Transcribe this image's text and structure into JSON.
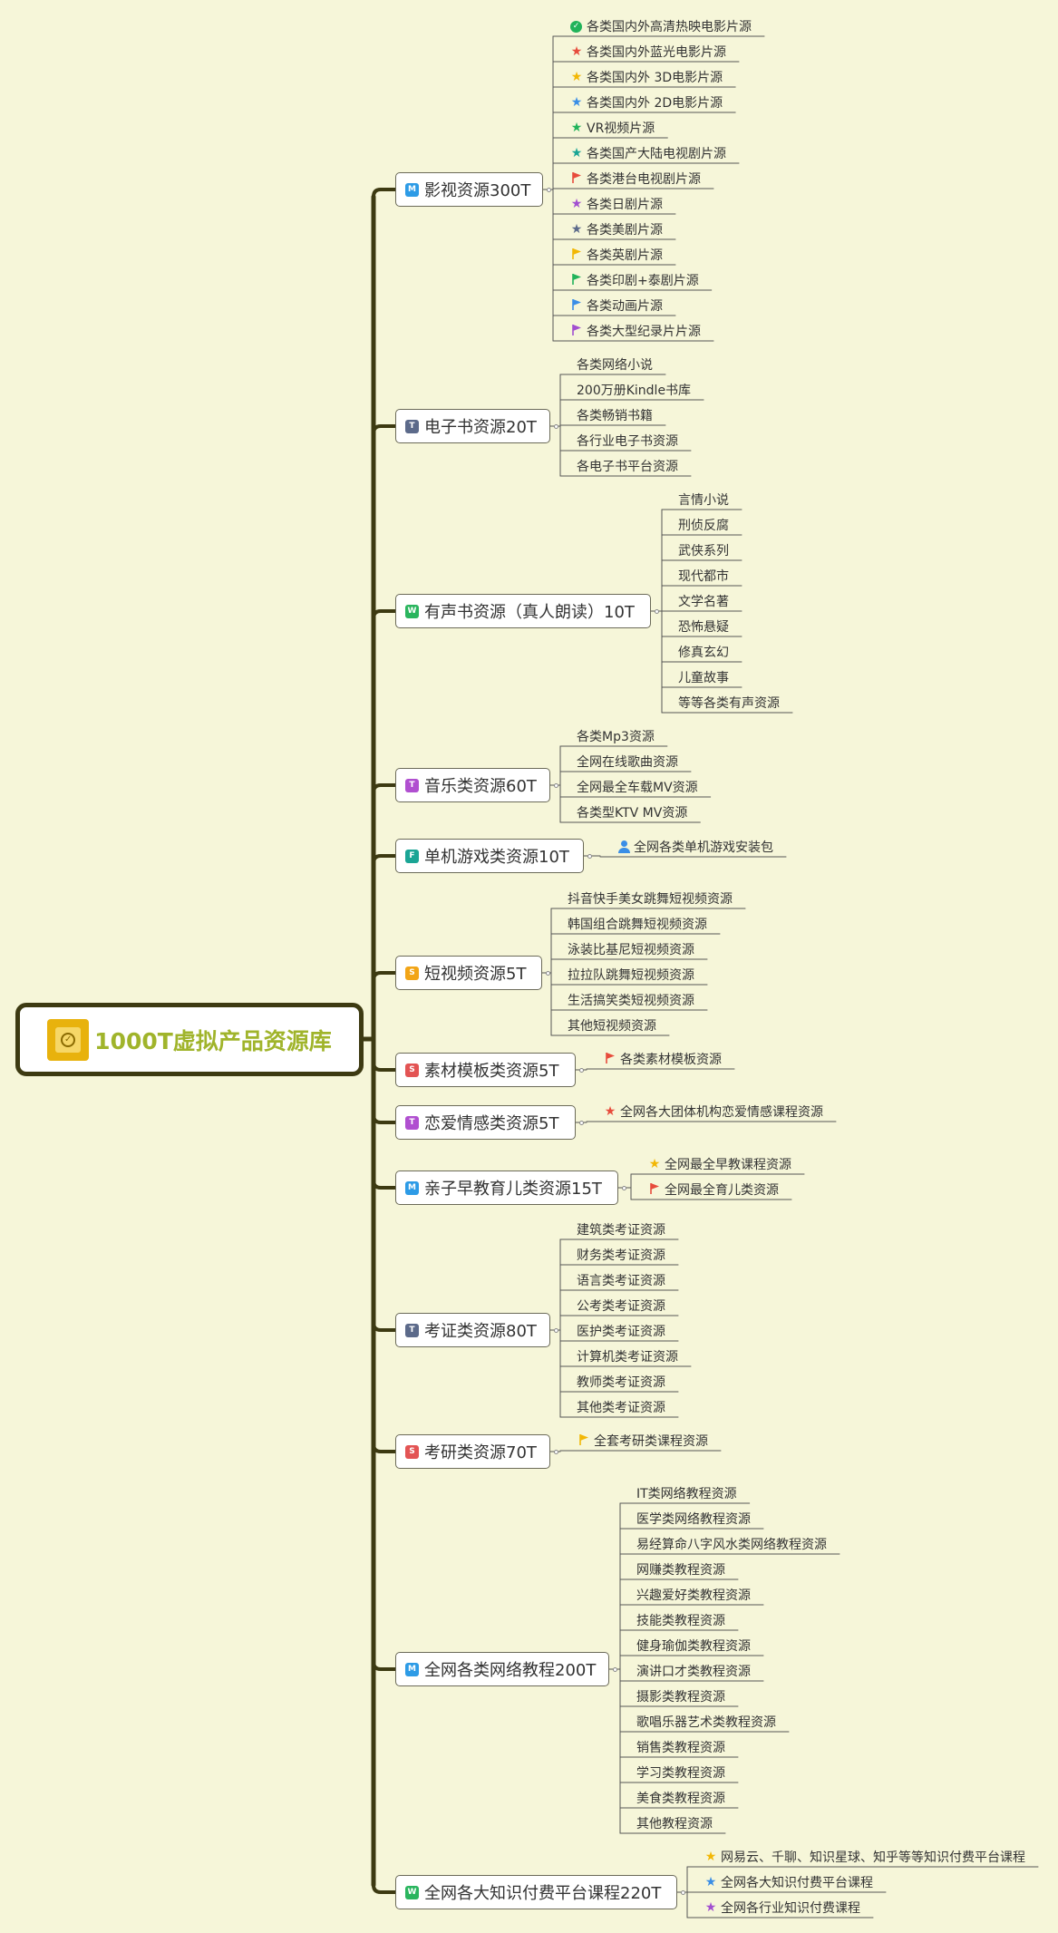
{
  "root": {
    "title": "1000T虚拟产品资源库",
    "icon": "check-circle-icon"
  },
  "colors": {
    "background": "#f6f6d9",
    "trunk": "#3d3a12",
    "root_title": "#a0b42b",
    "badge_blue": "#2d9be6",
    "badge_gray": "#5c6a8a",
    "badge_green": "#2ab55e",
    "badge_purple": "#b04fd0",
    "badge_teal": "#1aa595",
    "badge_orange": "#f2a517",
    "badge_red": "#e35454",
    "badge_violet": "#9f56d6"
  },
  "branches": [
    {
      "label": "影视资源300T",
      "badge": "M",
      "badge_color": "#2d9be6",
      "children": [
        {
          "text": "各类国内外高清热映电影片源",
          "marker": "check-icon",
          "color": "#21b35a"
        },
        {
          "text": "各类国内外蓝光电影片源",
          "marker": "star-icon",
          "color": "#e74c3c"
        },
        {
          "text": "各类国内外 3D电影片源",
          "marker": "star-icon",
          "color": "#f2b705"
        },
        {
          "text": "各类国内外 2D电影片源",
          "marker": "star-icon",
          "color": "#3a8ee6"
        },
        {
          "text": "VR视频片源",
          "marker": "star-icon",
          "color": "#21b35a"
        },
        {
          "text": "各类国产大陆电视剧片源",
          "marker": "star-icon",
          "color": "#1aa595"
        },
        {
          "text": "各类港台电视剧片源",
          "marker": "flag-icon",
          "color": "#e74c3c"
        },
        {
          "text": "各类日剧片源",
          "marker": "star-icon",
          "color": "#a24fd0"
        },
        {
          "text": "各类美剧片源",
          "marker": "star-icon",
          "color": "#5c6a8a"
        },
        {
          "text": "各类英剧片源",
          "marker": "flag-icon",
          "color": "#f2b705"
        },
        {
          "text": "各类印剧+泰剧片源",
          "marker": "flag-icon",
          "color": "#21b35a"
        },
        {
          "text": "各类动画片源",
          "marker": "flag-icon",
          "color": "#3a8ee6"
        },
        {
          "text": "各类大型纪录片片源",
          "marker": "flag-icon",
          "color": "#a24fd0"
        }
      ]
    },
    {
      "label": "电子书资源20T",
      "badge": "T",
      "badge_color": "#5c6a8a",
      "children": [
        {
          "text": "各类网络小说"
        },
        {
          "text": "200万册Kindle书库"
        },
        {
          "text": "各类畅销书籍"
        },
        {
          "text": "各行业电子书资源"
        },
        {
          "text": "各电子书平台资源"
        }
      ]
    },
    {
      "label": "有声书资源（真人朗读）10T",
      "badge": "W",
      "badge_color": "#2ab55e",
      "children": [
        {
          "text": "言情小说"
        },
        {
          "text": "刑侦反腐"
        },
        {
          "text": "武侠系列"
        },
        {
          "text": "现代都市"
        },
        {
          "text": "文学名著"
        },
        {
          "text": "恐怖悬疑"
        },
        {
          "text": "修真玄幻"
        },
        {
          "text": "儿童故事"
        },
        {
          "text": "等等各类有声资源"
        }
      ]
    },
    {
      "label": "音乐类资源60T",
      "badge": "T",
      "badge_color": "#b04fd0",
      "children": [
        {
          "text": "各类Mp3资源"
        },
        {
          "text": "全网在线歌曲资源"
        },
        {
          "text": "全网最全车载MV资源"
        },
        {
          "text": "各类型KTV MV资源"
        }
      ]
    },
    {
      "label": "单机游戏类资源10T",
      "badge": "F",
      "badge_color": "#1aa595",
      "children": [
        {
          "text": "全网各类单机游戏安装包",
          "marker": "person-icon",
          "color": "#3a8ee6"
        }
      ]
    },
    {
      "label": "短视频资源5T",
      "badge": "S",
      "badge_color": "#f2a517",
      "children": [
        {
          "text": "抖音快手美女跳舞短视频资源"
        },
        {
          "text": "韩国组合跳舞短视频资源"
        },
        {
          "text": "泳装比基尼短视频资源"
        },
        {
          "text": "拉拉队跳舞短视频资源"
        },
        {
          "text": "生活搞笑类短视频资源"
        },
        {
          "text": "其他短视频资源"
        }
      ]
    },
    {
      "label": "素材模板类资源5T",
      "badge": "S",
      "badge_color": "#e35454",
      "children": [
        {
          "text": "各类素材模板资源",
          "marker": "flag-icon",
          "color": "#e74c3c"
        }
      ]
    },
    {
      "label": "恋爱情感类资源5T",
      "badge": "T",
      "badge_color": "#b04fd0",
      "children": [
        {
          "text": "全网各大团体机构恋爱情感课程资源",
          "marker": "star-icon",
          "color": "#e74c3c"
        }
      ]
    },
    {
      "label": "亲子早教育儿类资源15T",
      "badge": "M",
      "badge_color": "#2d9be6",
      "children": [
        {
          "text": "全网最全早教课程资源",
          "marker": "star-icon",
          "color": "#f2b705"
        },
        {
          "text": "全网最全育儿类资源",
          "marker": "flag-icon",
          "color": "#e74c3c"
        }
      ]
    },
    {
      "label": "考证类资源80T",
      "badge": "T",
      "badge_color": "#5c6a8a",
      "children": [
        {
          "text": "建筑类考证资源"
        },
        {
          "text": "财务类考证资源"
        },
        {
          "text": "语言类考证资源"
        },
        {
          "text": "公考类考证资源"
        },
        {
          "text": "医护类考证资源"
        },
        {
          "text": "计算机类考证资源"
        },
        {
          "text": "教师类考证资源"
        },
        {
          "text": "其他类考证资源"
        }
      ]
    },
    {
      "label": "考研类资源70T",
      "badge": "S",
      "badge_color": "#e35454",
      "children": [
        {
          "text": "全套考研类课程资源",
          "marker": "flag-icon",
          "color": "#f2b705"
        }
      ]
    },
    {
      "label": "全网各类网络教程200T",
      "badge": "M",
      "badge_color": "#2d9be6",
      "children": [
        {
          "text": "IT类网络教程资源"
        },
        {
          "text": "医学类网络教程资源"
        },
        {
          "text": "易经算命八字风水类网络教程资源"
        },
        {
          "text": "网赚类教程资源"
        },
        {
          "text": "兴趣爱好类教程资源"
        },
        {
          "text": "技能类教程资源"
        },
        {
          "text": "健身瑜伽类教程资源"
        },
        {
          "text": "演讲口才类教程资源"
        },
        {
          "text": "摄影类教程资源"
        },
        {
          "text": "歌唱乐器艺术类教程资源"
        },
        {
          "text": "销售类教程资源"
        },
        {
          "text": "学习类教程资源"
        },
        {
          "text": "美食类教程资源"
        },
        {
          "text": "其他教程资源"
        }
      ]
    },
    {
      "label": "全网各大知识付费平台课程220T",
      "badge": "W",
      "badge_color": "#2ab55e",
      "children": [
        {
          "text": "网易云、千聊、知识星球、知乎等等知识付费平台课程",
          "marker": "star-icon",
          "color": "#f2b705"
        },
        {
          "text": "全网各大知识付费平台课程",
          "marker": "star-icon",
          "color": "#3a8ee6"
        },
        {
          "text": "全网各行业知识付费课程",
          "marker": "star-icon",
          "color": "#a24fd0"
        }
      ]
    }
  ]
}
